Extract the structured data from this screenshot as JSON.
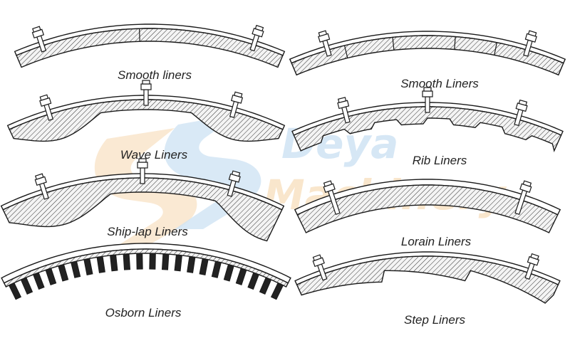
{
  "captions": {
    "smooth_left": "Smooth liners",
    "smooth_right": "Smooth Liners",
    "wave": "Wave Liners",
    "rib": "Rib Liners",
    "shiplap": "Ship-lap Liners",
    "lorain": "Lorain Liners",
    "osborn": "Osborn Liners",
    "step": "Step Liners"
  },
  "watermark": {
    "line1": "Deya",
    "line2": "Machinery",
    "color_blue": "#cfe3f4",
    "color_orange": "#f8e2c4"
  },
  "colors": {
    "ink": "#1a1a1a",
    "hatch_bg": "#f4f4f4"
  }
}
